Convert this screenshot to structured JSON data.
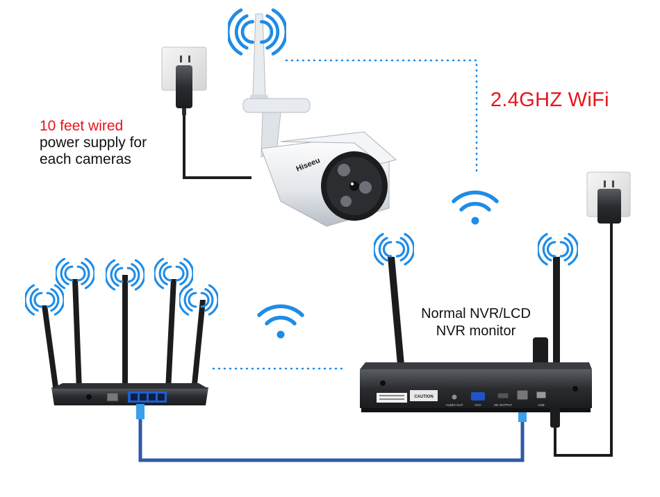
{
  "labels": {
    "wifi_band": "2.4GHZ WiFi",
    "power_line1": "10 feet wired",
    "power_line2": "power supply for",
    "power_line3": "each cameras",
    "nvr_line1": "Normal NVR/LCD",
    "nvr_line2": "NVR monitor"
  },
  "camera": {
    "brand": "Hiseeu"
  },
  "nvr_panel": {
    "caution": "CAUTION",
    "audio_out": "AUDIO OUT",
    "vga": "VGA",
    "hd_output": "HD OUTPUT",
    "usb": "USB"
  },
  "colors": {
    "wifi_blue": "#1f8ce6",
    "cable_blue": "#2f5aa8",
    "label_red": "#e8141b",
    "device_black": "#1b1c1e"
  }
}
